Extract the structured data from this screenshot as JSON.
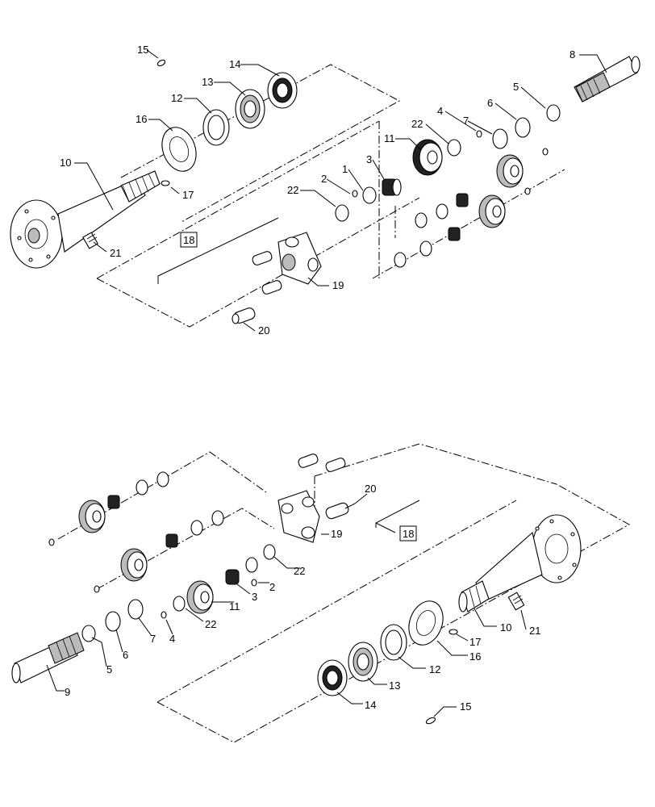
{
  "top_view": {
    "callouts": [
      "15",
      "14",
      "13",
      "12",
      "16",
      "10",
      "17",
      "21",
      "8",
      "5",
      "6",
      "4",
      "7",
      "22",
      "11",
      "3",
      "1",
      "2",
      "22",
      "18",
      "19",
      "20"
    ]
  },
  "bottom_view": {
    "callouts": [
      "18",
      "20",
      "19",
      "22",
      "2",
      "3",
      "11",
      "22",
      "4",
      "7",
      "6",
      "5",
      "9",
      "10",
      "21",
      "17",
      "16",
      "12",
      "13",
      "14",
      "15"
    ]
  }
}
